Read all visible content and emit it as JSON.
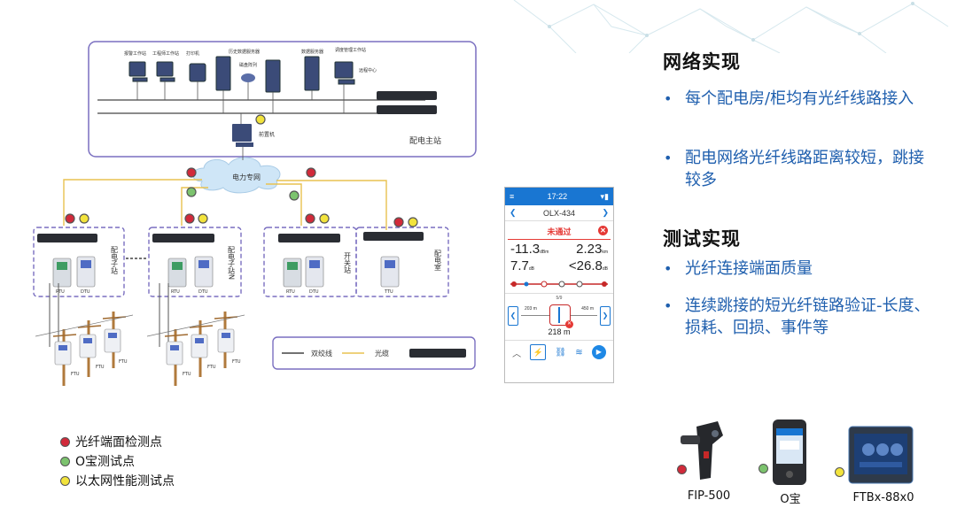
{
  "diagram": {
    "master_station": "配电主站",
    "workstations": [
      "报警工作站",
      "工程师工作站",
      "打印机",
      "历史数据服务器",
      "磁盘阵列",
      "数据服务器",
      "调度管理工作站",
      "远程中心"
    ],
    "front_end": "前置机",
    "network": "电力专网",
    "sub_stations": [
      {
        "label": "配电子站",
        "units": [
          "RTU",
          "DTU"
        ]
      },
      {
        "label": "配电子站N",
        "units": [
          "RTU",
          "DTU"
        ]
      },
      {
        "label": "开关站",
        "units": [
          "RTU",
          "DTU"
        ]
      },
      {
        "label": "配电室",
        "units": [
          "TTU"
        ]
      }
    ],
    "ftu_label": "FTU",
    "line_legend": {
      "twisted_pair": "双绞线",
      "fiber": "光缆"
    }
  },
  "phone": {
    "time": "17:22",
    "title": "OLX-434",
    "status": "未通过",
    "values": [
      "-11.3",
      "2.23",
      "7.7",
      "<26.8"
    ],
    "units": [
      "dBm",
      "km",
      "dB",
      "dB"
    ],
    "page": "5/9",
    "left_len": "203 m",
    "right_len": "450 m",
    "center_len": "218 m"
  },
  "right_panel": {
    "net_title": "网络实现",
    "net_items": [
      "每个配电房/柜均有光纤线路接入",
      "配电网络光纤线路距离较短，跳接较多"
    ],
    "test_title": "测试实现",
    "test_items": [
      "光纤连接端面质量",
      "连续跳接的短光纤链路验证-长度、损耗、回损、事件等"
    ]
  },
  "legend": [
    {
      "color": "#d12a3a",
      "label": "光纤端面检测点"
    },
    {
      "color": "#7cc36e",
      "label": "O宝测试点"
    },
    {
      "color": "#f2e33c",
      "label": "以太网性能测试点"
    }
  ],
  "products": [
    {
      "name": "FIP-500",
      "color": "#d12a3a"
    },
    {
      "name": "O宝",
      "color": "#7cc36e"
    },
    {
      "name": "FTBx-88x0",
      "color": "#f2e33c"
    }
  ],
  "colors": {
    "accent": "#1f5fae",
    "frame": "#7a6fc0",
    "fiber": "#e8c250"
  }
}
